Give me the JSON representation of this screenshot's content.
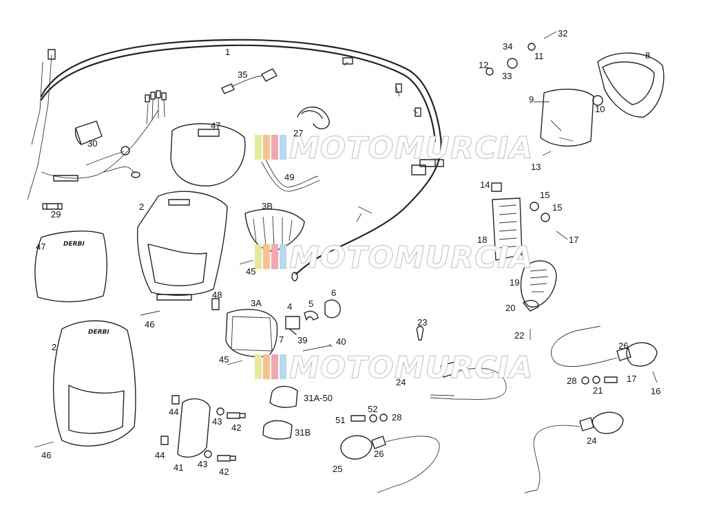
{
  "diagram": {
    "callouts": {
      "c1": "1",
      "c2a": "2",
      "c2b": "2",
      "c3a": "3A",
      "c3b": "3B",
      "c4": "4",
      "c5": "5",
      "c6": "6",
      "c7": "7",
      "c8": "8",
      "c9": "9",
      "c10": "10",
      "c11": "11",
      "c12": "12",
      "c13": "13",
      "c14": "14",
      "c15a": "15",
      "c15b": "15",
      "c16": "16",
      "c17a": "17",
      "c17b": "17",
      "c18": "18",
      "c19": "19",
      "c20": "20",
      "c21": "21",
      "c22": "22",
      "c23": "23",
      "c24a": "24",
      "c24b": "24",
      "c25": "25",
      "c26a": "26",
      "c26b": "26",
      "c27": "27",
      "c28a": "28",
      "c28b": "28",
      "c29": "29",
      "c30": "30",
      "c31a": "31A-50",
      "c31b": "31B",
      "c32": "32",
      "c33": "33",
      "c34": "34",
      "c35": "35",
      "c39": "39",
      "c40": "40",
      "c41": "41",
      "c42a": "42",
      "c42b": "42",
      "c43a": "43",
      "c43b": "43",
      "c44a": "44",
      "c44b": "44",
      "c45a": "45",
      "c45b": "45",
      "c46a": "46",
      "c46b": "46",
      "c47a": "47",
      "c47b": "47",
      "c48": "48",
      "c49": "49",
      "c51": "51",
      "c52": "52"
    },
    "logos": {
      "brand": "DERBI"
    },
    "watermark": {
      "text": "MOTOMURCIA",
      "stripe_colors": [
        "#e4ea9a",
        "#f5c48c",
        "#f2a6b0",
        "#b5d9ef"
      ]
    }
  }
}
